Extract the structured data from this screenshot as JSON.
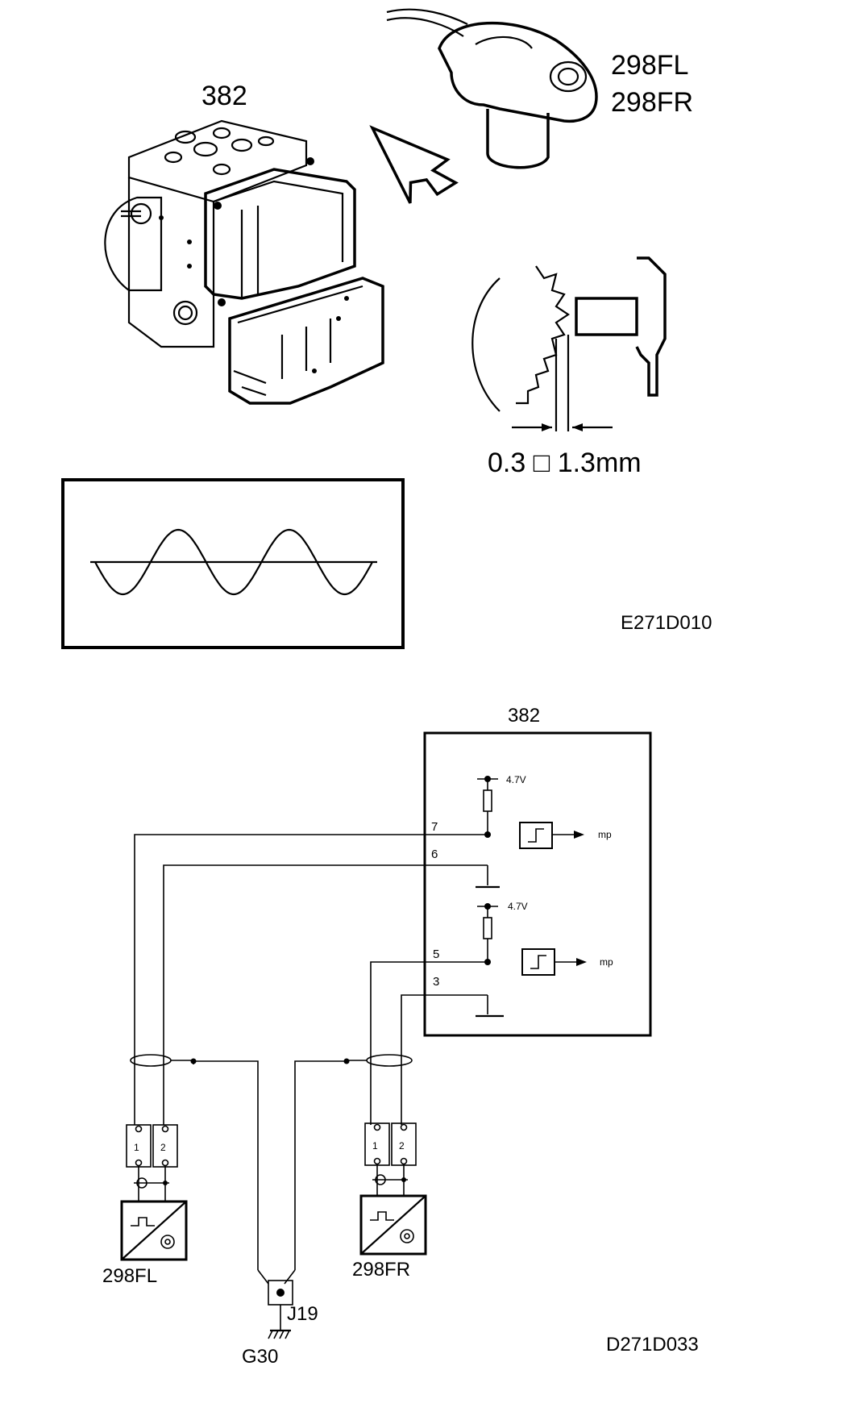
{
  "illustration": {
    "abs_unit_label": "382",
    "sensor_labels": [
      "298FL",
      "298FR"
    ],
    "air_gap_label": "0.3 □ 1.3mm",
    "figure_code": "E271D010"
  },
  "schematic": {
    "control_module_label": "382",
    "supply_voltage_labels": [
      "4.7V",
      "4.7V"
    ],
    "pins": [
      "7",
      "6",
      "5",
      "3"
    ],
    "output_labels": [
      "mp",
      "mp"
    ],
    "connector_pins_left": [
      "1",
      "2"
    ],
    "connector_pins_right": [
      "1",
      "2"
    ],
    "sensor_left_label": "298FL",
    "sensor_right_label": "298FR",
    "junction_label": "J19",
    "ground_label": "G30",
    "figure_code": "D271D033"
  }
}
